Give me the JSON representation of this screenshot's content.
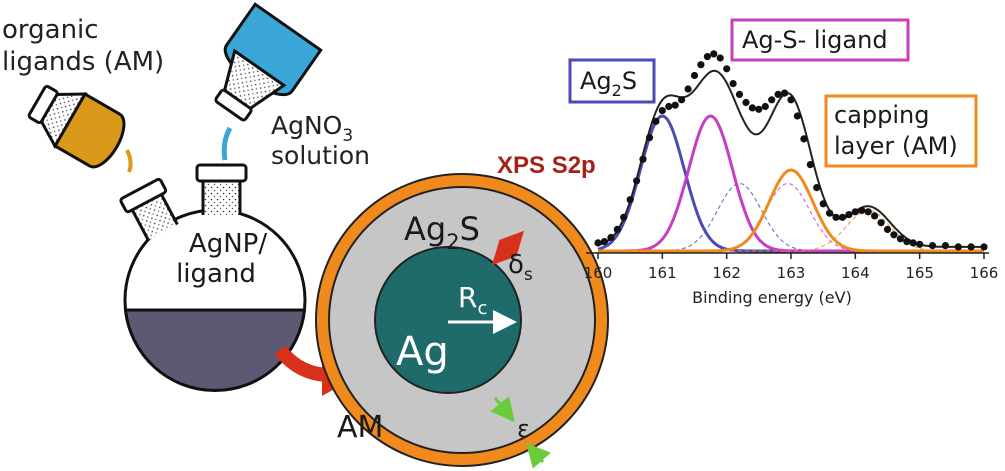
{
  "labels": {
    "organic_ligands_line1": "organic",
    "organic_ligands_line2": "ligands (AM)",
    "agno3_main": "AgNO",
    "agno3_sub": "3",
    "solution": "solution",
    "flask_line1": "AgNP/",
    "flask_line2": "ligand",
    "shell_main": "Ag",
    "shell_sub": "2",
    "shell_tail": "S",
    "delta_main": "δ",
    "delta_sub": "s",
    "core": "Ag",
    "rc_main": "R",
    "rc_sub": "c",
    "am": "AM",
    "epsilon": "ε",
    "xps_title": "XPS S2p",
    "box_ag2s_main": "Ag",
    "box_ag2s_sub": "2",
    "box_ag2s_tail": "S",
    "box_agsligand": "Ag-S- ligand",
    "box_capping_line1": "capping",
    "box_capping_line2": "layer (AM)"
  },
  "colors": {
    "organic_flask": "#d99a1c",
    "agno3_flask": "#3aa6d8",
    "liquid": "#5b5a72",
    "red_arrow": "#d9301b",
    "shell_orange": "#f08a1c",
    "ag2s_gray": "#c6c6c6",
    "core_teal": "#1f6b6b",
    "green_arrow": "#6bcc3a",
    "xps_red": "#a3231a",
    "ag2s_blue": "#4b4bb8",
    "agsl_magenta": "#c43fc4",
    "capping_orange": "#f08a1c"
  },
  "chart_data": {
    "type": "line",
    "xlabel": "Binding energy (eV)",
    "xlim": [
      160,
      166
    ],
    "xticks": [
      "160",
      "161",
      "162",
      "163",
      "164",
      "165",
      "166"
    ],
    "series": [
      {
        "name": "Ag2S",
        "color": "#4b4bb8",
        "components": [
          {
            "center": 161.0,
            "height": 1.0,
            "sigma": 0.34
          },
          {
            "center": 162.2,
            "height": 0.5,
            "sigma": 0.34
          }
        ]
      },
      {
        "name": "Ag-S- ligand",
        "color": "#c43fc4",
        "components": [
          {
            "center": 161.75,
            "height": 1.0,
            "sigma": 0.34
          },
          {
            "center": 162.95,
            "height": 0.5,
            "sigma": 0.34
          }
        ]
      },
      {
        "name": "capping layer (AM)",
        "color": "#f08a1c",
        "components": [
          {
            "center": 163.0,
            "height": 0.6,
            "sigma": 0.34
          },
          {
            "center": 164.2,
            "height": 0.3,
            "sigma": 0.34
          }
        ]
      }
    ],
    "data_points": [
      [
        160.0,
        0.06
      ],
      [
        160.1,
        0.07
      ],
      [
        160.2,
        0.1
      ],
      [
        160.3,
        0.16
      ],
      [
        160.4,
        0.25
      ],
      [
        160.5,
        0.38
      ],
      [
        160.6,
        0.52
      ],
      [
        160.7,
        0.68
      ],
      [
        160.8,
        0.84
      ],
      [
        160.9,
        0.96
      ],
      [
        161.0,
        1.04
      ],
      [
        161.1,
        1.07
      ],
      [
        161.2,
        1.08
      ],
      [
        161.3,
        1.12
      ],
      [
        161.4,
        1.2
      ],
      [
        161.5,
        1.3
      ],
      [
        161.6,
        1.38
      ],
      [
        161.7,
        1.44
      ],
      [
        161.8,
        1.46
      ],
      [
        161.9,
        1.43
      ],
      [
        162.0,
        1.35
      ],
      [
        162.1,
        1.24
      ],
      [
        162.2,
        1.16
      ],
      [
        162.3,
        1.1
      ],
      [
        162.4,
        1.06
      ],
      [
        162.5,
        1.05
      ],
      [
        162.6,
        1.07
      ],
      [
        162.7,
        1.12
      ],
      [
        162.8,
        1.16
      ],
      [
        162.9,
        1.17
      ],
      [
        163.0,
        1.12
      ],
      [
        163.1,
        1.0
      ],
      [
        163.2,
        0.83
      ],
      [
        163.3,
        0.64
      ],
      [
        163.4,
        0.47
      ],
      [
        163.5,
        0.35
      ],
      [
        163.6,
        0.28
      ],
      [
        163.7,
        0.25
      ],
      [
        163.8,
        0.25
      ],
      [
        163.9,
        0.27
      ],
      [
        164.0,
        0.29
      ],
      [
        164.1,
        0.3
      ],
      [
        164.2,
        0.29
      ],
      [
        164.3,
        0.26
      ],
      [
        164.4,
        0.21
      ],
      [
        164.5,
        0.16
      ],
      [
        164.6,
        0.12
      ],
      [
        164.7,
        0.09
      ],
      [
        164.8,
        0.07
      ],
      [
        164.9,
        0.06
      ],
      [
        165.0,
        0.05
      ],
      [
        165.2,
        0.04
      ],
      [
        165.4,
        0.04
      ],
      [
        165.6,
        0.03
      ],
      [
        165.8,
        0.03
      ],
      [
        166.0,
        0.03
      ]
    ]
  }
}
